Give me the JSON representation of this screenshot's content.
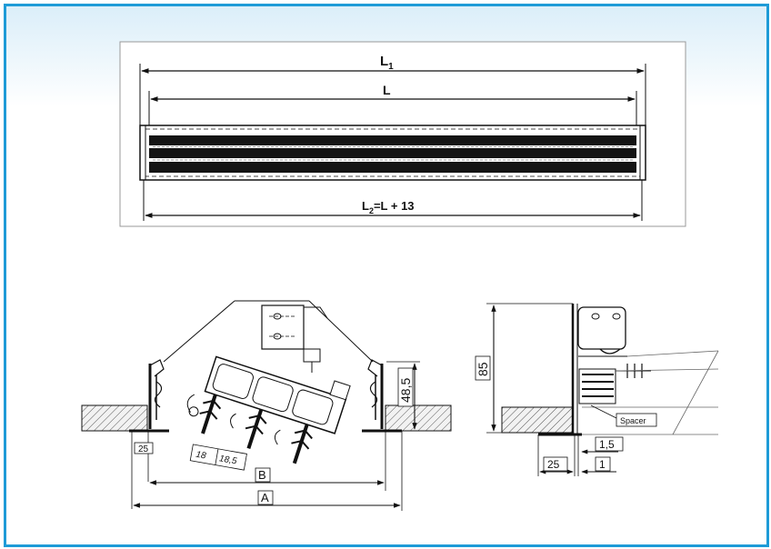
{
  "top_view": {
    "dimension_L1_main": "L",
    "dimension_L1_sub": "1",
    "dimension_L": "L",
    "dimension_L2_main": "L",
    "dimension_L2_sub": "2",
    "dimension_L2_rest": "=L + 13"
  },
  "section_view": {
    "dim_48_5": "48,5",
    "dim_25": "25",
    "dim_18": "18",
    "dim_18_5": "18,5",
    "dim_B": "B",
    "dim_A": "A"
  },
  "side_view": {
    "dim_85": "85",
    "dim_1_5": "1,5",
    "dim_25": "25",
    "dim_1": "1",
    "spacer_label": "Spacer"
  },
  "colors": {
    "frame_border": "#1e9bd7",
    "line": "#111111"
  }
}
